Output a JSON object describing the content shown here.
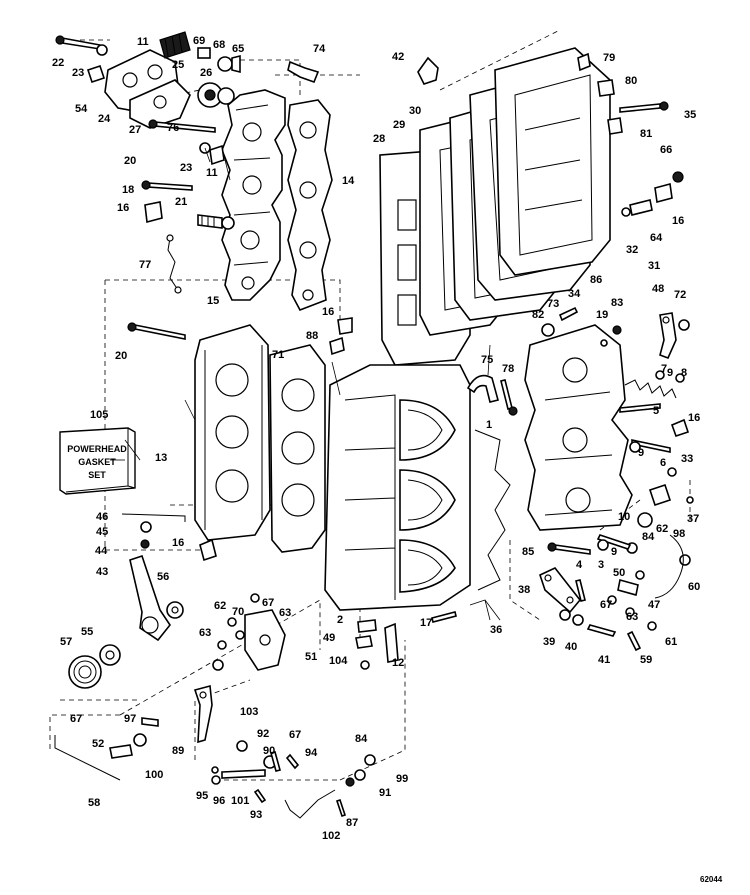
{
  "drawing_number": "62044",
  "gasket_set": {
    "number": "105",
    "lines": [
      "POWERHEAD",
      "GASKET",
      "SET"
    ]
  },
  "callouts": {
    "c1": "1",
    "c2": "2",
    "c3": "3",
    "c4": "4",
    "c5": "5",
    "c6": "6",
    "c7": "7",
    "c8": "8",
    "c9a": "9",
    "c9b": "9",
    "c9c": "9",
    "c10": "10",
    "c11a": "11",
    "c11b": "11",
    "c12": "12",
    "c13": "13",
    "c14": "14",
    "c15": "15",
    "c16a": "16",
    "c16b": "16",
    "c16c": "16",
    "c16d": "16",
    "c16e": "16",
    "c17": "17",
    "c18": "18",
    "c19": "19",
    "c20a": "20",
    "c20b": "20",
    "c21": "21",
    "c22": "22",
    "c23a": "23",
    "c23b": "23",
    "c24": "24",
    "c25": "25",
    "c26": "26",
    "c27": "27",
    "c28": "28",
    "c29": "29",
    "c30": "30",
    "c31": "31",
    "c32": "32",
    "c33": "33",
    "c34": "34",
    "c35": "35",
    "c36": "36",
    "c37": "37",
    "c38": "38",
    "c39": "39",
    "c40": "40",
    "c41": "41",
    "c42": "42",
    "c43": "43",
    "c44": "44",
    "c45": "45",
    "c46": "46",
    "c47": "47",
    "c48": "48",
    "c49": "49",
    "c50": "50",
    "c51": "51",
    "c52": "52",
    "c54": "54",
    "c55": "55",
    "c56": "56",
    "c57": "57",
    "c58": "58",
    "c59": "59",
    "c60": "60",
    "c61": "61",
    "c62a": "62",
    "c62b": "62",
    "c63a": "63",
    "c63b": "63",
    "c63c": "63",
    "c64": "64",
    "c65": "65",
    "c66": "66",
    "c67a": "67",
    "c67b": "67",
    "c67c": "67",
    "c67d": "67",
    "c68": "68",
    "c69": "69",
    "c70": "70",
    "c71": "71",
    "c72": "72",
    "c73": "73",
    "c74": "74",
    "c75": "75",
    "c76": "76",
    "c77": "77",
    "c78": "78",
    "c79": "79",
    "c80": "80",
    "c81": "81",
    "c82": "82",
    "c83": "83",
    "c84a": "84",
    "c84b": "84",
    "c85": "85",
    "c86": "86",
    "c87": "87",
    "c88": "88",
    "c89": "89",
    "c90": "90",
    "c91": "91",
    "c92": "92",
    "c93": "93",
    "c94": "94",
    "c95": "95",
    "c96": "96",
    "c97": "97",
    "c98": "98",
    "c99": "99",
    "c100": "100",
    "c101": "101",
    "c102": "102",
    "c103": "103",
    "c104": "104"
  }
}
